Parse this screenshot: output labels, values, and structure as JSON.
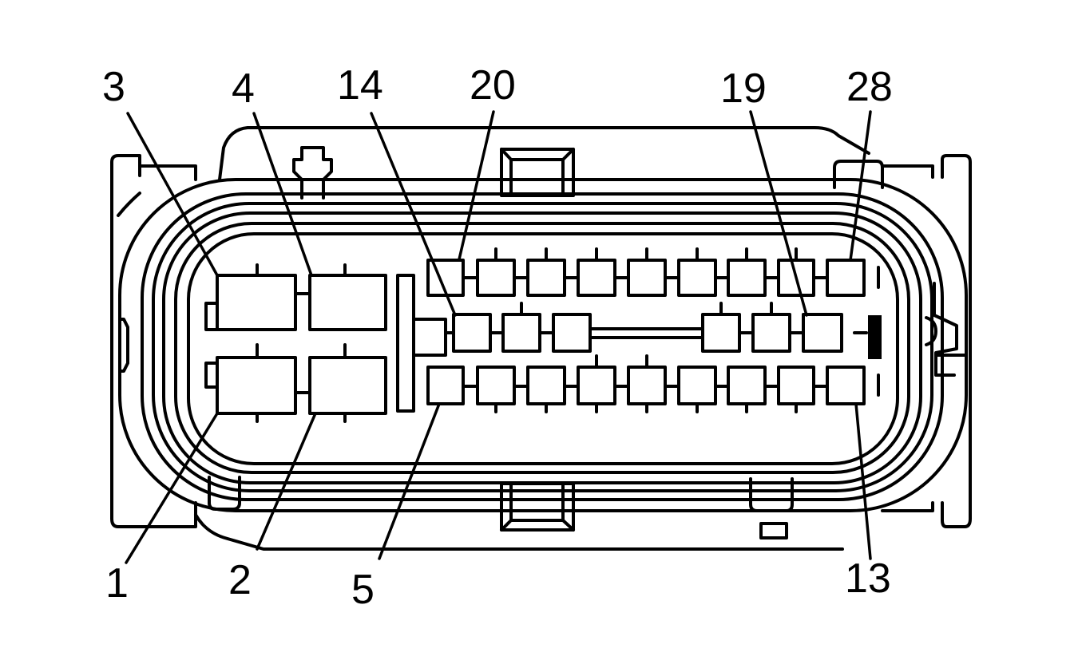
{
  "colors": {
    "stroke": "#000000",
    "background": "#ffffff"
  },
  "labels": {
    "top": {
      "p3": "3",
      "p4": "4",
      "p14": "14",
      "p20": "20",
      "p19": "19",
      "p28": "28"
    },
    "bottom": {
      "p1": "1",
      "p2": "2",
      "p5": "5",
      "p13": "13"
    }
  }
}
